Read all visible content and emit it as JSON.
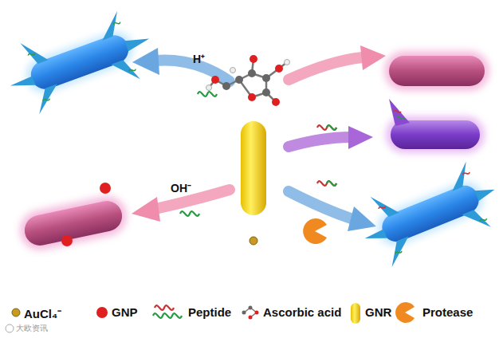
{
  "diagram": {
    "labels": [
      "H⁺",
      "OH⁻",
      "大欧资讯"
    ],
    "legend": [
      {
        "text": "AuCl₄⁻"
      },
      {
        "text": "GNP"
      },
      {
        "text": "Peptide"
      },
      {
        "text": "Ascorbic acid"
      },
      {
        "text": "GNR"
      },
      {
        "text": "Protease"
      }
    ]
  }
}
